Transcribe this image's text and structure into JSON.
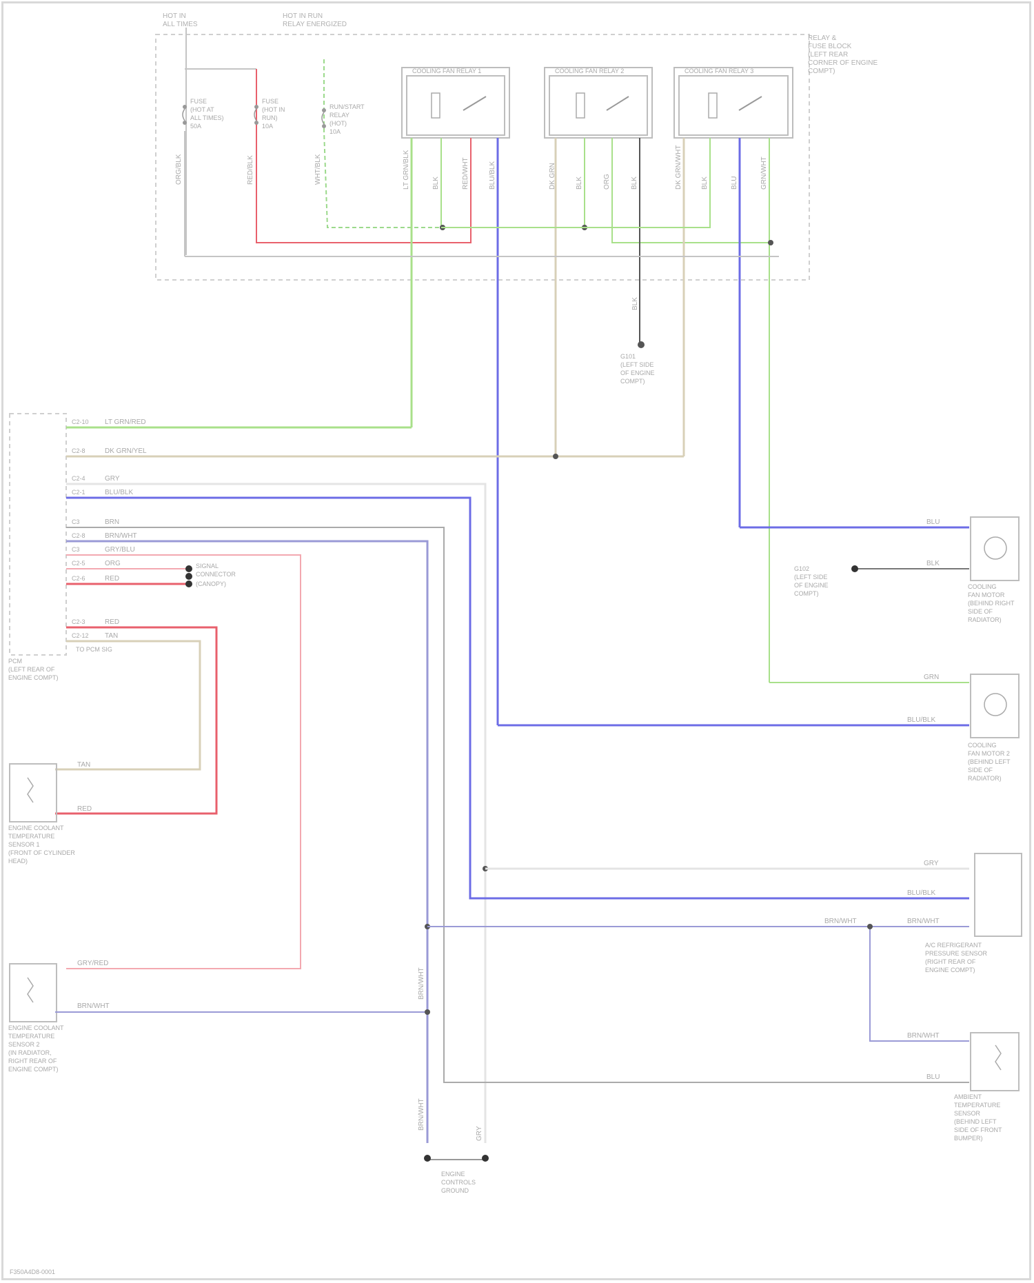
{
  "colors": {
    "gray": "#c4c4c4",
    "light_green": "#a8e08a",
    "green_dashed": "#9bd98b",
    "red": "#e8606c",
    "light_red": "#f3a8b0",
    "blue": "#6c6ce6",
    "blue_gray": "#9a9ad6",
    "tan": "#d8d0b8",
    "dark": "#555555"
  },
  "top_labels": {
    "fuse_a": "HOT IN\nALL TIMES",
    "fuse_b": "HOT IN RUN\nRELAY ENERGIZED"
  },
  "relay_block": {
    "label": "RELAY &\nFUSE BLOCK\n(LEFT REAR\nCORNER OF ENGINE\nCOMPT)",
    "fuse_1": "FUSE\n(HOT AT\nALL TIMES)\n50A",
    "fuse_2": "FUSE\n(HOT IN\nRUN)\n10A",
    "fuse_3": "RUN/START\nRELAY\n(HOT)\n10A",
    "relay_1": "COOLING FAN RELAY 1",
    "relay_2": "COOLING FAN RELAY 2",
    "relay_3": "COOLING FAN RELAY 3",
    "wire_1": "ORG/BLK",
    "wire_2": "RED/BLK",
    "wire_3": "WHT/BLK",
    "r1_pins": [
      "LT GRN/BLK",
      "BLK",
      "RED/WHT",
      "BLU/BLK"
    ],
    "r2_pins": [
      "DK GRN",
      "BLK",
      "ORG",
      "BLK"
    ],
    "r3_pins": [
      "DK GRN/WHT",
      "BLK",
      "BLU",
      "GRN/WHT"
    ]
  },
  "ground_g": {
    "wire": "BLK",
    "label": "G101\n(LEFT SIDE\nOF ENGINE\nCOMPT)"
  },
  "pcm": {
    "label": "PCM\n(LEFT REAR OF\nENGINE COMPT)",
    "pins": [
      {
        "pin": "C2-10",
        "wire": "LT GRN/RED"
      },
      {
        "pin": "C2-8",
        "wire": "DK GRN/YEL"
      },
      {
        "pin": "C2-4",
        "wire": "GRY"
      },
      {
        "pin": "C2-1",
        "wire": "BLU/BLK"
      },
      {
        "pin": "C3",
        "wire": "BRN"
      },
      {
        "pin": "C2-8",
        "wire": "BRN/WHT"
      },
      {
        "pin": "C3",
        "wire": "GRY/BLU"
      },
      {
        "pin": "C2-5",
        "wire": "ORG"
      },
      {
        "pin": "C2-6",
        "wire": "RED"
      },
      {
        "pin": "C2-3",
        "wire": "RED"
      },
      {
        "pin": "C2-12",
        "wire": "TAN"
      }
    ],
    "splice_label": "SIGNAL\nCONNECTOR",
    "gnd_label": "(CANOPY)",
    "note": "TO PCM SIG"
  },
  "fan_1": {
    "label": "COOLING\nFAN MOTOR\n(BEHIND RIGHT\nSIDE OF\nRADIATOR)",
    "wire_a": "BLU",
    "wire_b": "BLK",
    "ground_label": "G102\n(LEFT SIDE\nOF ENGINE\nCOMPT)"
  },
  "fan_2": {
    "label": "COOLING\nFAN MOTOR 2\n(BEHIND LEFT\nSIDE OF\nRADIATOR)",
    "wire_a": "GRN",
    "wire_b": "BLU/BLK"
  },
  "ect_1": {
    "label": "ENGINE COOLANT\nTEMPERATURE\nSENSOR 1\n(FRONT OF CYLINDER\nHEAD)",
    "wire_a": "TAN",
    "wire_b": "RED"
  },
  "ect_2": {
    "label": "ENGINE COOLANT\nTEMPERATURE\nSENSOR 2\n(IN RADIATOR,\nRIGHT REAR OF\nENGINE COMPT)",
    "wire_a": "GRY/RED",
    "wire_b": "BRN/WHT"
  },
  "ac_pressure": {
    "label": "A/C REFRIGERANT\nPRESSURE SENSOR\n(RIGHT REAR OF\nENGINE COMPT)",
    "wire_a": "GRY",
    "wire_b": "BLU/BLK",
    "wire_c": "BRN/WHT",
    "splice_wire": "BRN/WHT"
  },
  "ambient": {
    "label": "AMBIENT\nTEMPERATURE\nSENSOR\n(BEHIND LEFT\nSIDE OF FRONT\nBUMPER)",
    "wire_a": "BRN/WHT",
    "wire_b": "BLU"
  },
  "engine_ground": {
    "label": "ENGINE\nCONTROLS\nGROUND",
    "wire_a": "BRN/WHT",
    "wire_b": "GRY"
  },
  "footer": "F350A4D8-0001"
}
